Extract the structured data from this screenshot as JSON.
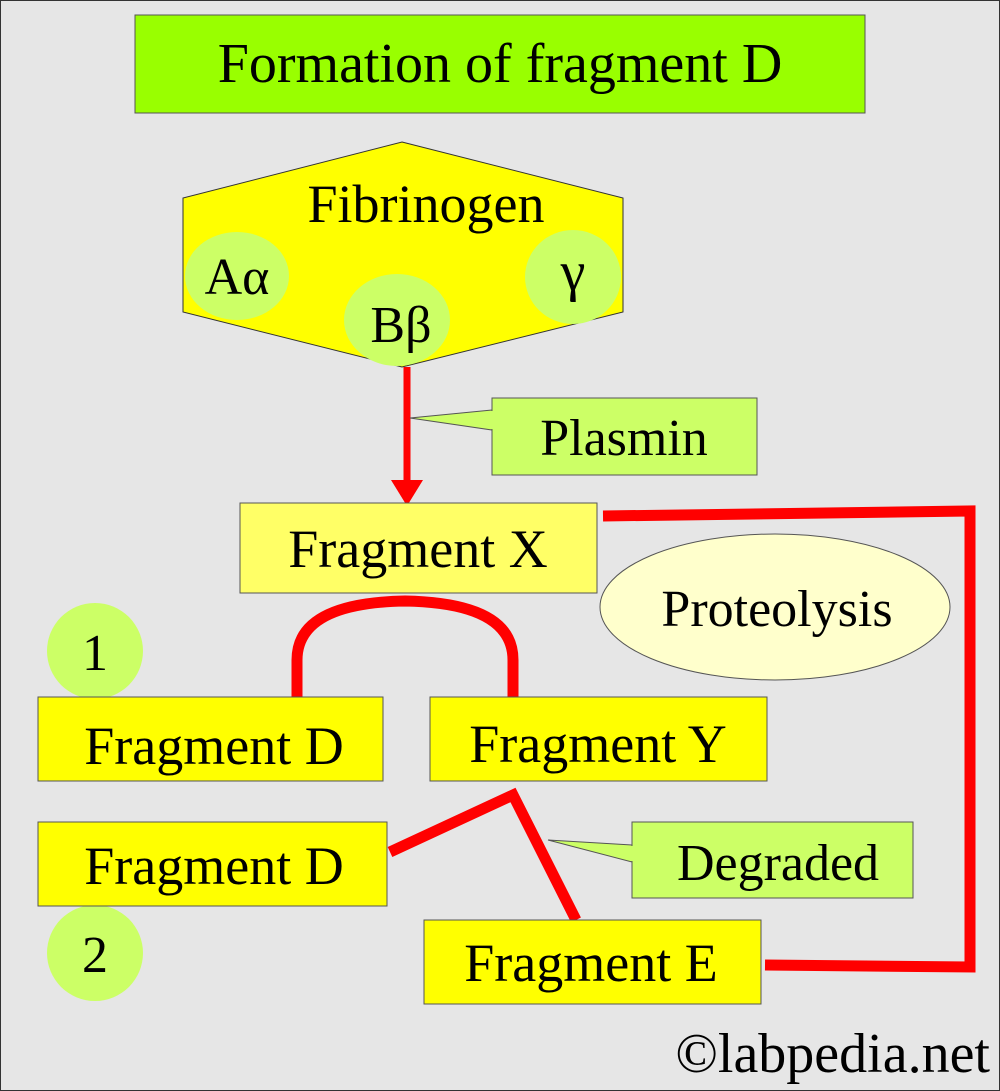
{
  "title": "Formation of fragment D",
  "fibrinogen": {
    "label": "Fibrinogen",
    "chains": [
      "Aα",
      "Bβ",
      "γ"
    ]
  },
  "enzyme": "Plasmin",
  "fragments": {
    "x": "Fragment X",
    "d1": "Fragment D",
    "y": "Fragment Y",
    "d2": "Fragment D",
    "e": "Fragment E"
  },
  "steps": [
    "1",
    "2"
  ],
  "proteolysis": "Proteolysis",
  "degraded": "Degraded",
  "watermark": "©labpedia.net",
  "colors": {
    "title_bg": "#99ff00",
    "box": "#ffff00",
    "chain": "#ccff66",
    "arrow": "#ff0000",
    "ellipse": "#ffffcc",
    "background": "#e6e6e6"
  }
}
